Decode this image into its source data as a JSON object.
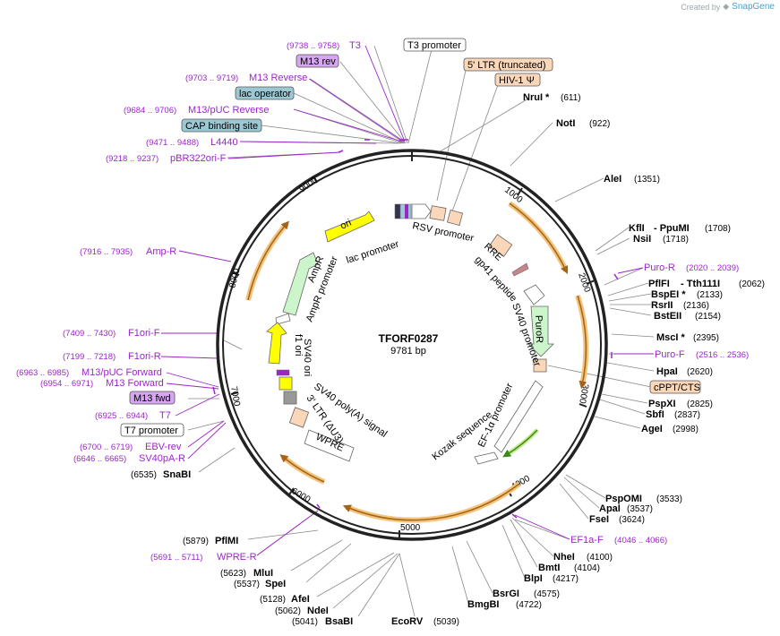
{
  "brand": {
    "prefix": "Created by",
    "name": "SnapGene"
  },
  "plasmid": {
    "name": "TFORF0287",
    "length": "9781 bp"
  },
  "ticks": [
    "1000",
    "2000",
    "3000",
    "4000",
    "5000",
    "6000",
    "7000",
    "8000",
    "9000"
  ],
  "colors": {
    "primer": "#9b25c9",
    "orange": "#f0a23a",
    "green": "#b8f0b8",
    "yellow": "#ffff00",
    "peach": "#fad7b8",
    "teal": "#9cc8d4",
    "purple": "#d6a6f0"
  },
  "boxed": {
    "t3_promoter": "T3 promoter",
    "ltr_trunc": "5' LTR (truncated)",
    "hiv": "HIV-1 Ψ",
    "m13rev": "M13 rev",
    "lac_op": "lac operator",
    "cap": "CAP binding site",
    "cppt": "cPPT/CTS",
    "m13fwd": "M13 fwd",
    "t7_promoter": "T7 promoter"
  },
  "sites": [
    {
      "name": "NruI *",
      "pos": "(611)"
    },
    {
      "name": "NotI",
      "pos": "(922)"
    },
    {
      "name": "AleI",
      "pos": "(1351)"
    },
    {
      "name": "KflI",
      "pos": ""
    },
    {
      "name": "- PpuMI",
      "pos": "(1708)"
    },
    {
      "name": "NsiI",
      "pos": "(1718)"
    },
    {
      "name": "PflFI",
      "pos": ""
    },
    {
      "name": "- Tth111I",
      "pos": "(2062)"
    },
    {
      "name": "BspEI *",
      "pos": "(2133)"
    },
    {
      "name": "RsrII",
      "pos": "(2136)"
    },
    {
      "name": "BstEII",
      "pos": "(2154)"
    },
    {
      "name": "MscI *",
      "pos": "(2395)"
    },
    {
      "name": "HpaI",
      "pos": "(2620)"
    },
    {
      "name": "PspXI",
      "pos": "(2825)"
    },
    {
      "name": "SbfI",
      "pos": "(2837)"
    },
    {
      "name": "AgeI",
      "pos": "(2998)"
    },
    {
      "name": "PspOMI",
      "pos": "(3533)"
    },
    {
      "name": "ApaI",
      "pos": "(3537)"
    },
    {
      "name": "FseI",
      "pos": "(3624)"
    },
    {
      "name": "NheI",
      "pos": "(4100)"
    },
    {
      "name": "BmtI",
      "pos": "(4104)"
    },
    {
      "name": "BlpI",
      "pos": "(4217)"
    },
    {
      "name": "BsrGI",
      "pos": "(4575)"
    },
    {
      "name": "BmgBI",
      "pos": "(4722)"
    },
    {
      "name": "EcoRV",
      "pos": "(5039)"
    },
    {
      "name": "BsaBI",
      "pos": "(5041)"
    },
    {
      "name": "NdeI",
      "pos": "(5062)"
    },
    {
      "name": "AfeI",
      "pos": "(5128)"
    },
    {
      "name": "SpeI",
      "pos": "(5537)"
    },
    {
      "name": "MluI",
      "pos": "(5623)"
    },
    {
      "name": "PflMI",
      "pos": "(5879)"
    },
    {
      "name": "SnaBI",
      "pos": "(6535)"
    }
  ],
  "primers": [
    {
      "name": "T3",
      "pos": "(9738 .. 9758)"
    },
    {
      "name": "M13 Reverse",
      "pos": "(9703 .. 9719)"
    },
    {
      "name": "M13/pUC Reverse",
      "pos": "(9684 .. 9706)"
    },
    {
      "name": "L4440",
      "pos": "(9471 .. 9488)"
    },
    {
      "name": "pBR322ori-F",
      "pos": "(9218 .. 9237)"
    },
    {
      "name": "Amp-R",
      "pos": "(7916 .. 7935)"
    },
    {
      "name": "F1ori-F",
      "pos": "(7409 .. 7430)"
    },
    {
      "name": "F1ori-R",
      "pos": "(7199 .. 7218)"
    },
    {
      "name": "M13/pUC Forward",
      "pos": "(6963 .. 6985)"
    },
    {
      "name": "M13 Forward",
      "pos": "(6954 .. 6971)"
    },
    {
      "name": "T7",
      "pos": "(6925 .. 6944)"
    },
    {
      "name": "EBV-rev",
      "pos": "(6700 .. 6719)"
    },
    {
      "name": "SV40pA-R",
      "pos": "(6646 .. 6665)"
    },
    {
      "name": "WPRE-R",
      "pos": "(5691 .. 5711)"
    },
    {
      "name": "Puro-R",
      "pos": "(2020 .. 2039)"
    },
    {
      "name": "Puro-F",
      "pos": "(2516 .. 2536)"
    },
    {
      "name": "EF1a-F",
      "pos": "(4046 .. 4066)"
    }
  ],
  "features": {
    "ori": "ori",
    "lac_promoter": "lac promoter",
    "rsv_promoter": "RSV promoter",
    "rre": "RRE",
    "gp41": "gp41 peptide",
    "sv40_promoter": "SV40 promoter",
    "puror": "PuroR",
    "ef1a": "EF-1α promoter",
    "kozak": "Kozak sequence",
    "ampr": "AmpR",
    "ampr_promoter": "AmpR promoter",
    "f1ori": "f1 ori",
    "sv40ori": "SV40 ori",
    "sv40polya": "SV40 poly(A) signal",
    "ltr3": "3' LTR (ΔU3)",
    "wpre": "WPRE"
  }
}
